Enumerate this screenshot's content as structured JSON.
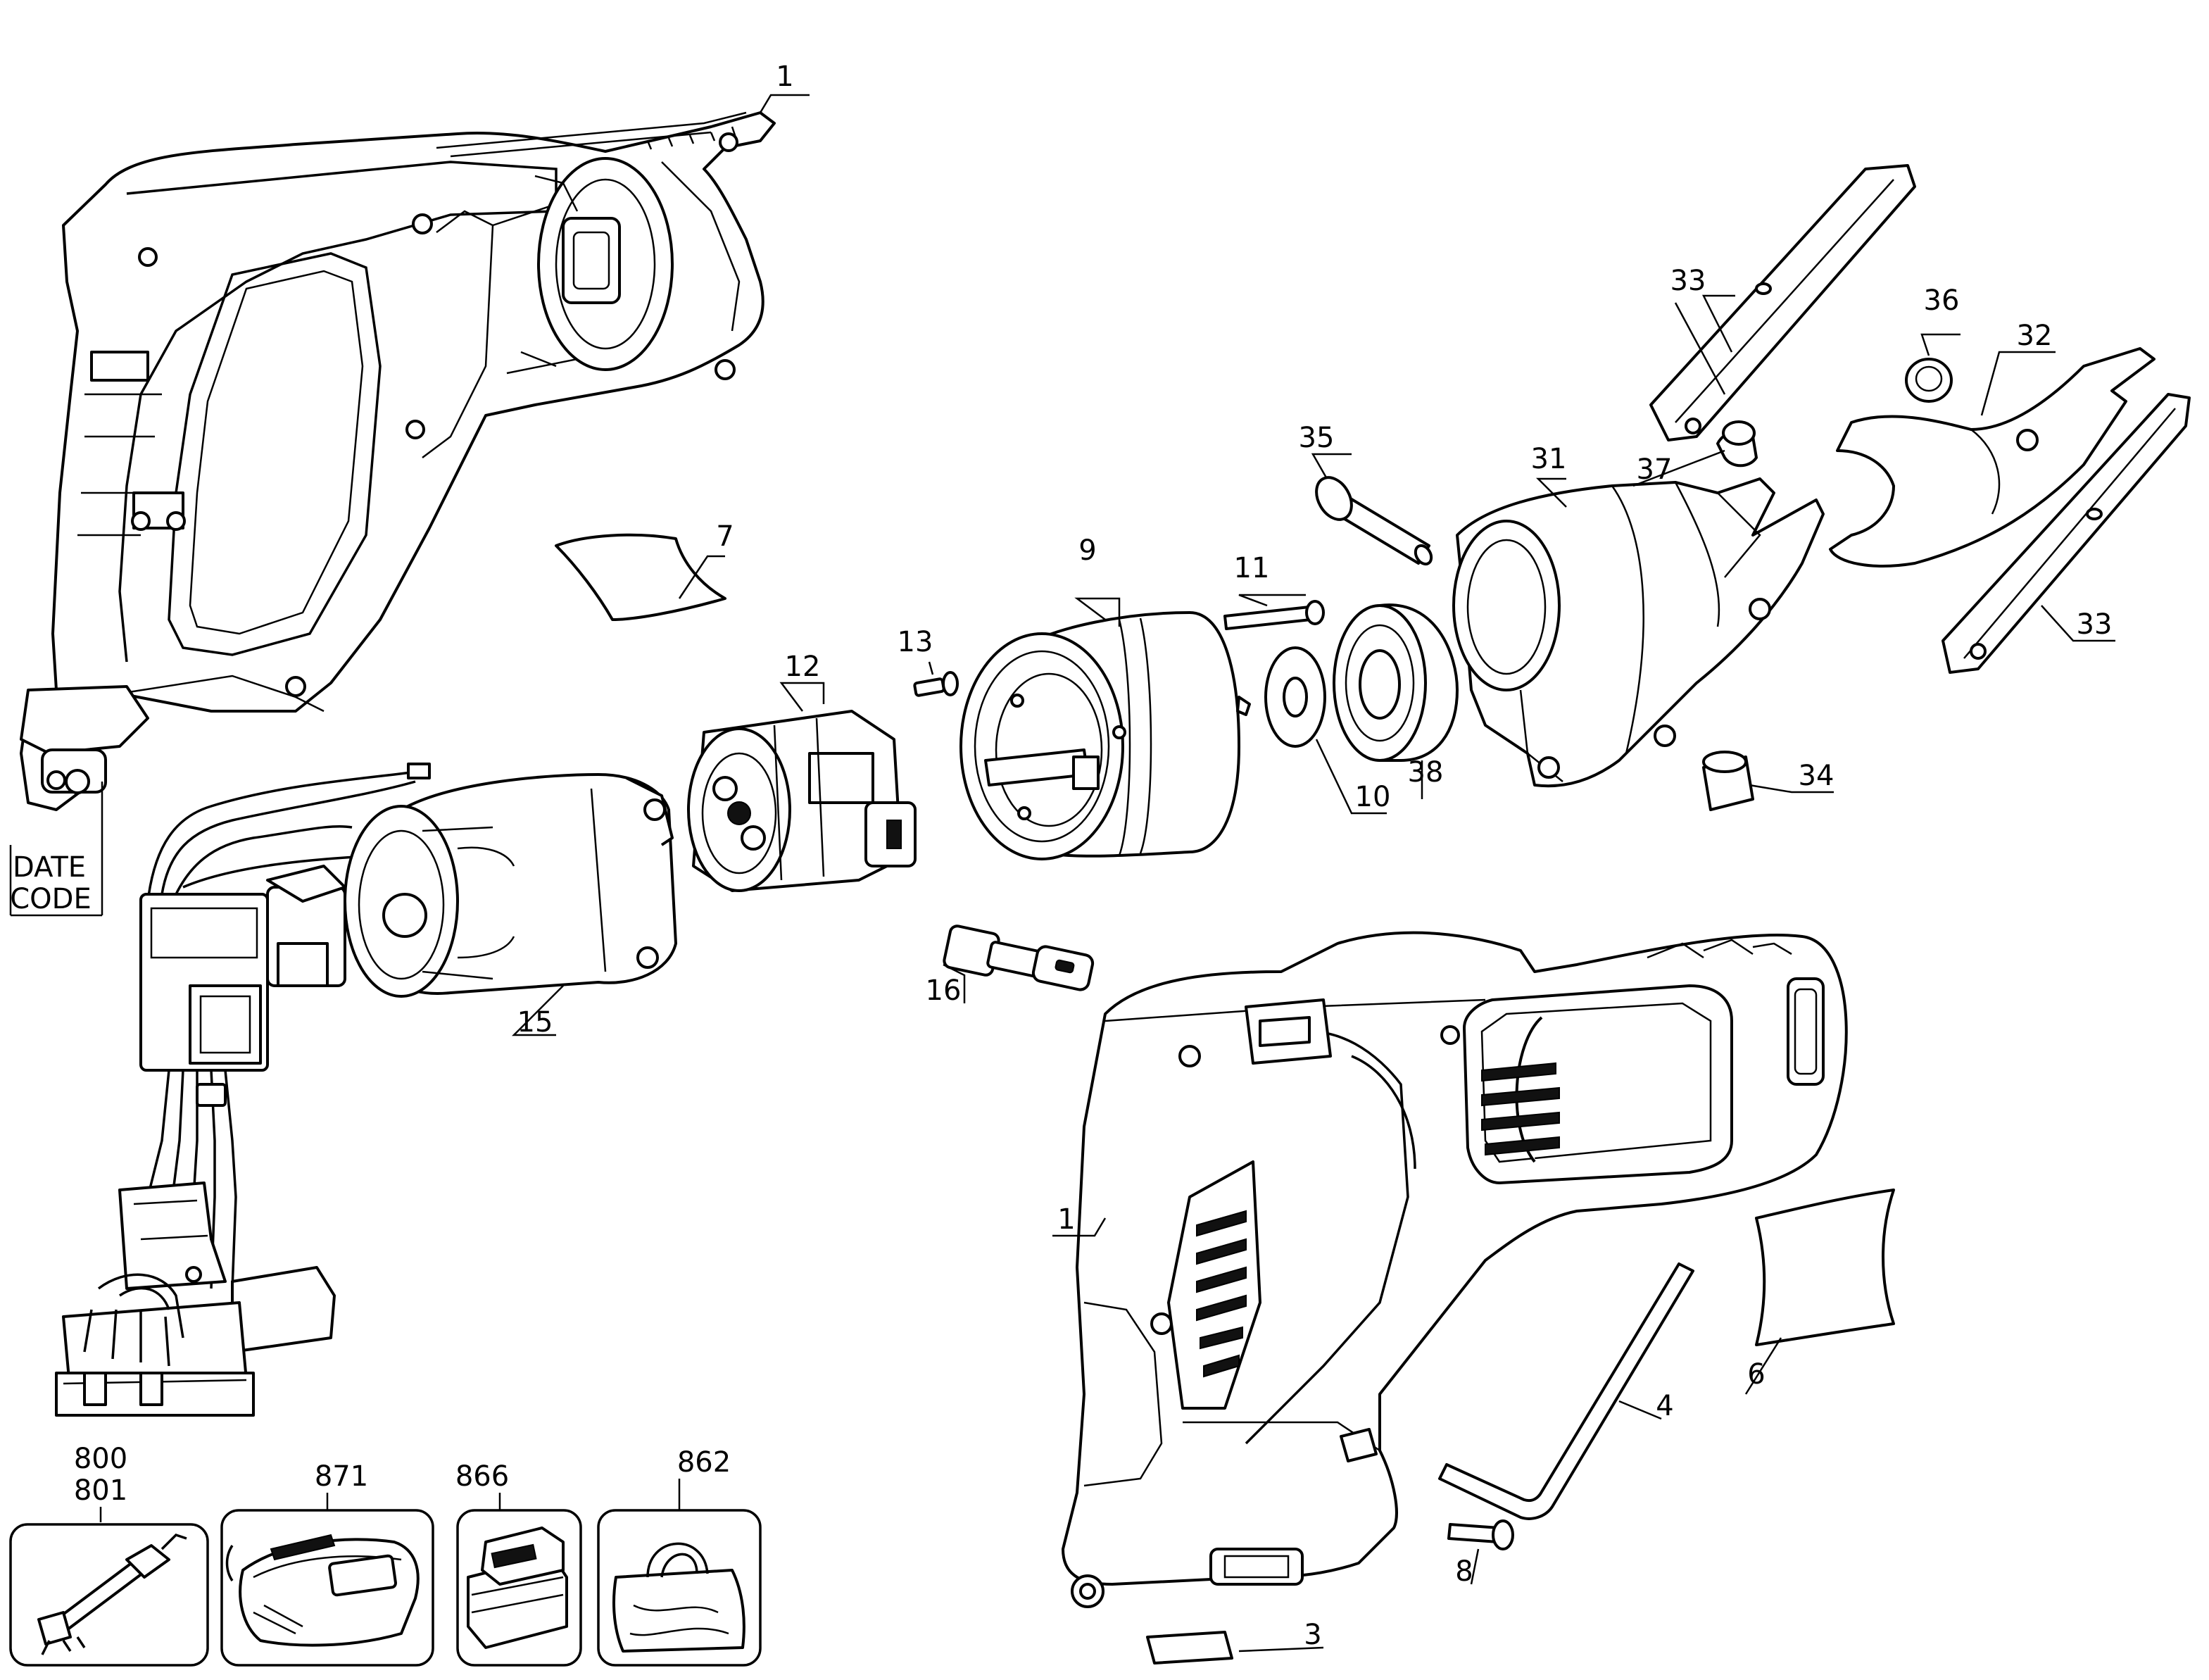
{
  "labels": {
    "housing_top": "1",
    "housing_assembled": "1",
    "nameplate": "3",
    "hex_key": "4",
    "label_6": "6",
    "label_7": "7",
    "screw_8": "8",
    "gear_case": "9",
    "washer": "10",
    "pin": "11",
    "motor_end": "12",
    "screw_13": "13",
    "motor": "15",
    "connector": "16",
    "nose_housing": "31",
    "blade_holder": "32",
    "blade_upper": "33",
    "blade_lower": "33",
    "spacer_34": "34",
    "shoulder_bolt": "35",
    "nut_36": "36",
    "spacer_37": "37",
    "bearing": "38",
    "charger_cord_a": "800",
    "charger_cord_b": "801",
    "charger": "871",
    "battery": "866",
    "bag": "862"
  },
  "date_code": {
    "line1": "DATE",
    "line2": "CODE"
  }
}
